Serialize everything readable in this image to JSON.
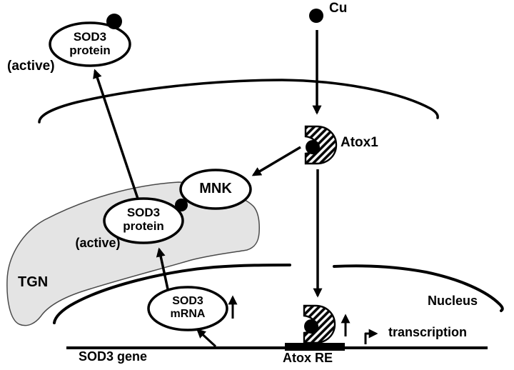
{
  "figure": {
    "description_labels_only": "SOD3 copper signaling pathway diagram",
    "nodes": {
      "extracellular_sod3": {
        "title": "SOD3",
        "subtitle": "protein",
        "state": "(active)"
      },
      "cu": {
        "label": "Cu"
      },
      "atox1": {
        "label": "Atox1"
      },
      "mnk": {
        "label": "MNK"
      },
      "tgn_sod3": {
        "title": "SOD3",
        "subtitle": "protein",
        "state": "(active)"
      },
      "tgn": {
        "label": "TGN"
      },
      "sod3_mrna": {
        "title": "SOD3",
        "subtitle": "mRNA"
      },
      "nucleus": {
        "label": "Nucleus"
      },
      "sod3_gene": {
        "label": "SOD3 gene"
      },
      "atox_re": {
        "label": "Atox RE"
      },
      "transcription": {
        "label": "transcription"
      }
    },
    "colors": {
      "ink": "#000000",
      "tgn_fill": "#e4e4e4",
      "background": "#ffffff"
    }
  }
}
